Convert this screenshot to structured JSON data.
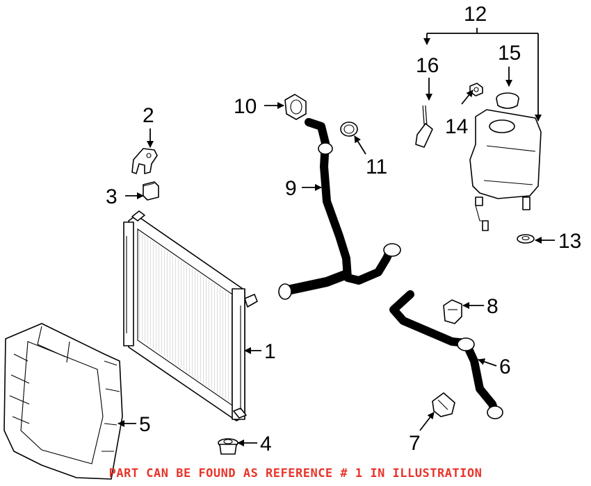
{
  "callouts": {
    "c1": "1",
    "c2": "2",
    "c3": "3",
    "c4": "4",
    "c5": "5",
    "c6": "6",
    "c7": "7",
    "c8": "8",
    "c9": "9",
    "c10": "10",
    "c11": "11",
    "c12": "12",
    "c13": "13",
    "c14": "14",
    "c15": "15",
    "c16": "16"
  },
  "footer_note": "PART CAN BE FOUND AS REFERENCE # 1 IN ILLUSTRATION",
  "colors": {
    "note": "#e8342a",
    "line": "#000000",
    "background": "#ffffff"
  }
}
